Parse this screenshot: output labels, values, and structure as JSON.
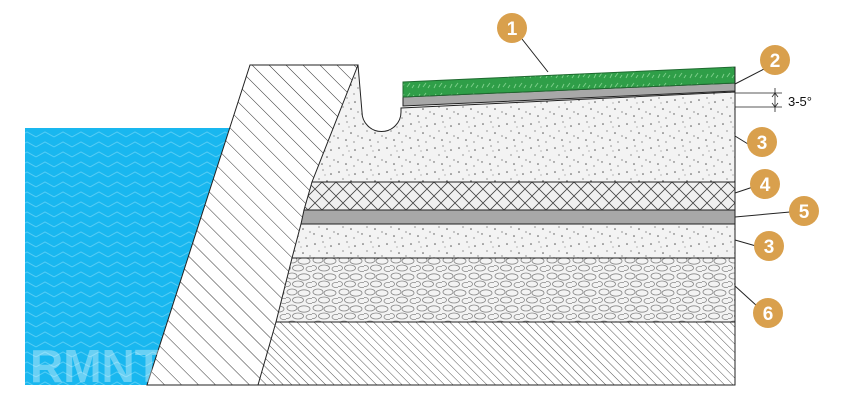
{
  "diagram": {
    "angle_label": "3-5°",
    "callouts": [
      {
        "number": "1",
        "meaning": "turf"
      },
      {
        "number": "2",
        "meaning": "top membrane"
      },
      {
        "number": "3",
        "meaning": "sand (upper)"
      },
      {
        "number": "4",
        "meaning": "mesh layer"
      },
      {
        "number": "5",
        "meaning": "membrane"
      },
      {
        "number": "3",
        "meaning": "sand (lower)"
      },
      {
        "number": "6",
        "meaning": "gravel"
      }
    ],
    "watermark": "RMNT",
    "colors": {
      "water": "#19b7ef",
      "turf": "#2f9e48",
      "membrane": "#a8a8a8",
      "callout": "#d9a04d",
      "line": "#222222"
    }
  }
}
